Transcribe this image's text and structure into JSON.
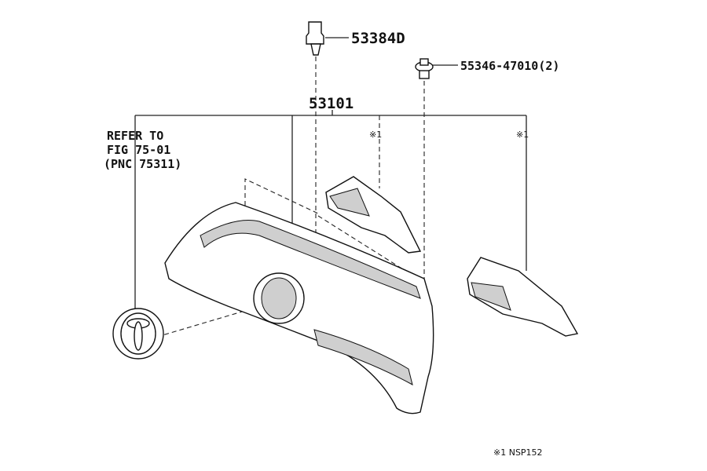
{
  "labels": {
    "clip_top": "53384D",
    "clip_right": "55346-47010(2)",
    "grille": "53101",
    "refer_line1": "REFER TO",
    "refer_line2": "FIG 75-01",
    "refer_line3": "(PNC 75311)",
    "note_mark_1": "※1",
    "note_mark_2": "※1",
    "footnote": "※1 NSP152"
  }
}
